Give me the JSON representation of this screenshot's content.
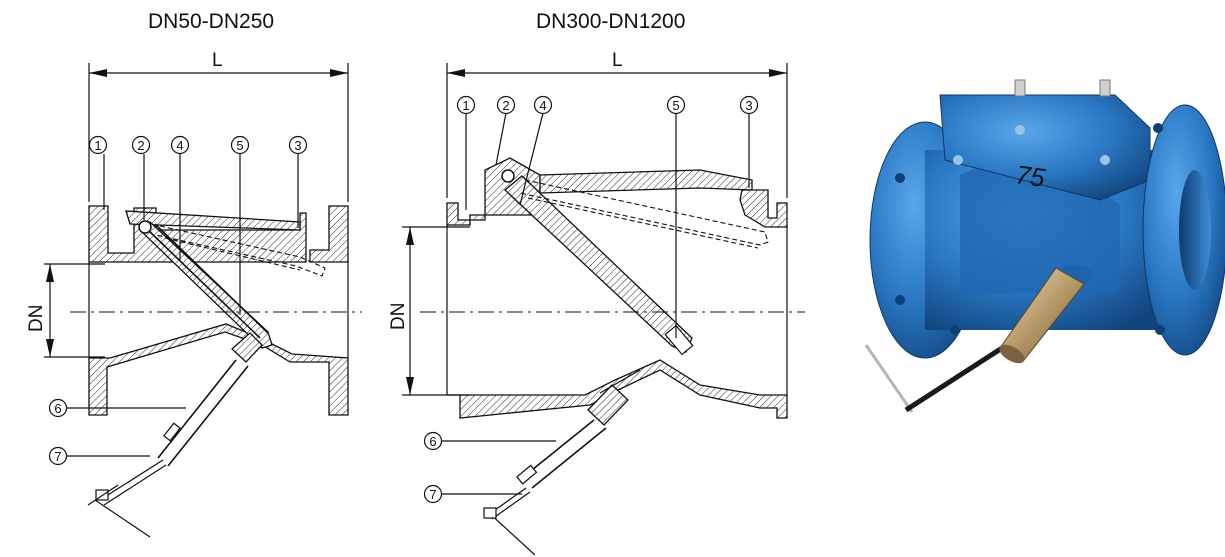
{
  "titles": {
    "small_range": "DN50-DN250",
    "large_range": "DN300-DN1200"
  },
  "dimensions": {
    "length_label": "L",
    "diameter_label": "DN"
  },
  "callouts": [
    "1",
    "2",
    "3",
    "4",
    "5",
    "6",
    "7"
  ],
  "photo": {
    "casting_mark": "75",
    "body_color": "#2a78c4",
    "counterweight_color": "#b89a6a"
  }
}
